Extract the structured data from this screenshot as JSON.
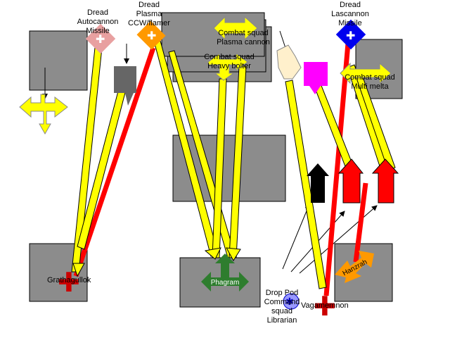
{
  "colors": {
    "terrain": "#8c8c8c",
    "yellow_fire": "#ffff00",
    "red_fire": "#ff0000",
    "green_unit": "#2e7d2e",
    "orange_unit": "#ff9900",
    "blue_unit": "#0000ee",
    "magenta_unit": "#ff00ff",
    "black_unit": "#000000"
  },
  "labels": {
    "dread_autocannon": [
      "Dread",
      "Autocannon",
      "Missile"
    ],
    "dread_plasma": [
      "Dread",
      "Plasma",
      "CCW/flamer"
    ],
    "dread_lascannon": [
      "Dread",
      "Lascannon",
      "Missile"
    ],
    "combat_squad_plasma": [
      "Combat squad",
      "Plasma cannon"
    ],
    "combat_squad_bolter": [
      "Combat squad",
      "Heavy bolter"
    ],
    "combat_squad_melta": [
      "Combat squad",
      "Multi melta"
    ],
    "grathagullok": "Grathagullok",
    "phagram": "Phagram",
    "hanzrah": "Hanzrah",
    "drop_pod": [
      "Drop Pod",
      "Command",
      "squad",
      "Librarian"
    ],
    "vagamemnon": "Vagamemnon"
  }
}
